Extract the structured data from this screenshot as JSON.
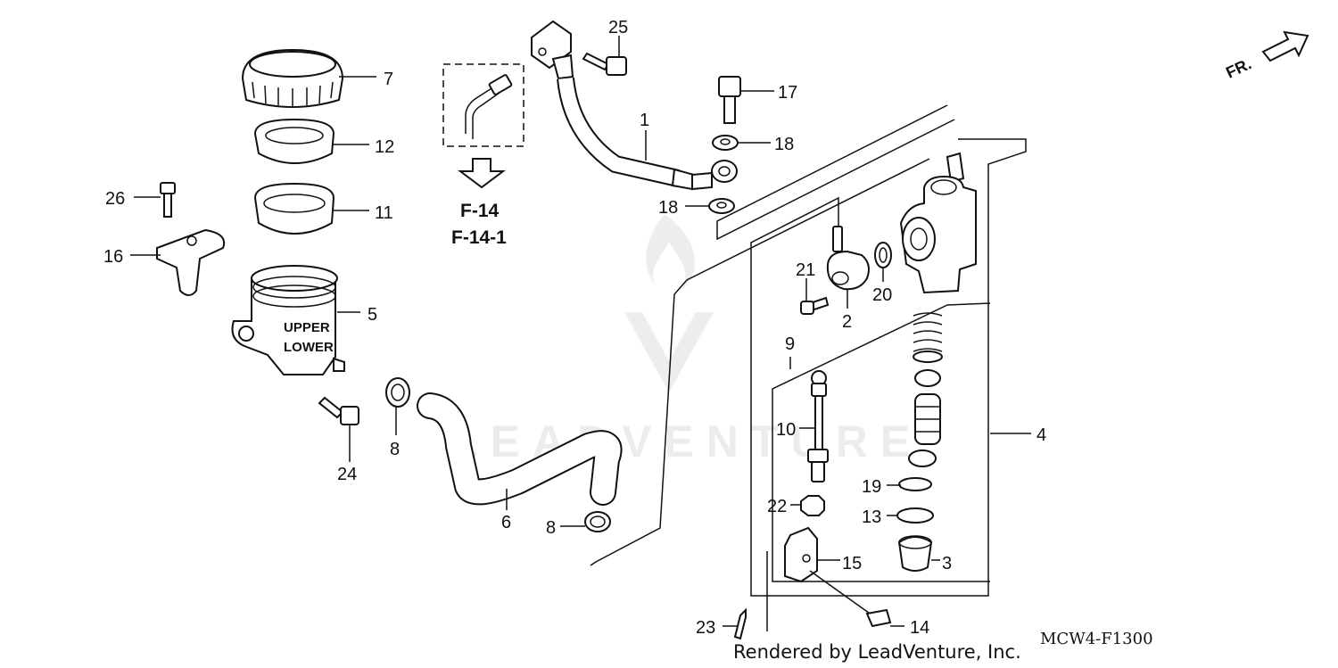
{
  "diagram": {
    "callouts": [
      {
        "id": "c7",
        "label": "7"
      },
      {
        "id": "c12",
        "label": "12"
      },
      {
        "id": "c11",
        "label": "11"
      },
      {
        "id": "c26",
        "label": "26"
      },
      {
        "id": "c16",
        "label": "16"
      },
      {
        "id": "c5",
        "label": "5"
      },
      {
        "id": "c24",
        "label": "24"
      },
      {
        "id": "c8a",
        "label": "8"
      },
      {
        "id": "c8b",
        "label": "8"
      },
      {
        "id": "c6",
        "label": "6"
      },
      {
        "id": "c25",
        "label": "25"
      },
      {
        "id": "c1",
        "label": "1"
      },
      {
        "id": "c17",
        "label": "17"
      },
      {
        "id": "c18a",
        "label": "18"
      },
      {
        "id": "c18b",
        "label": "18"
      },
      {
        "id": "c21",
        "label": "21"
      },
      {
        "id": "c2",
        "label": "2"
      },
      {
        "id": "c20",
        "label": "20"
      },
      {
        "id": "c9",
        "label": "9"
      },
      {
        "id": "c10",
        "label": "10"
      },
      {
        "id": "c4",
        "label": "4"
      },
      {
        "id": "c19",
        "label": "19"
      },
      {
        "id": "c22",
        "label": "22"
      },
      {
        "id": "c13",
        "label": "13"
      },
      {
        "id": "c15",
        "label": "15"
      },
      {
        "id": "c3",
        "label": "3"
      },
      {
        "id": "c23",
        "label": "23"
      },
      {
        "id": "c14",
        "label": "14"
      }
    ],
    "references": [
      "F-14",
      "F-14-1"
    ],
    "reservoir_markings": [
      "UPPER",
      "LOWER"
    ],
    "direction_label": "FR.",
    "watermark": "LEADVENTURE",
    "footer_credit": "Rendered by LeadVenture, Inc.",
    "diagram_code": "MCW4-F1300"
  }
}
